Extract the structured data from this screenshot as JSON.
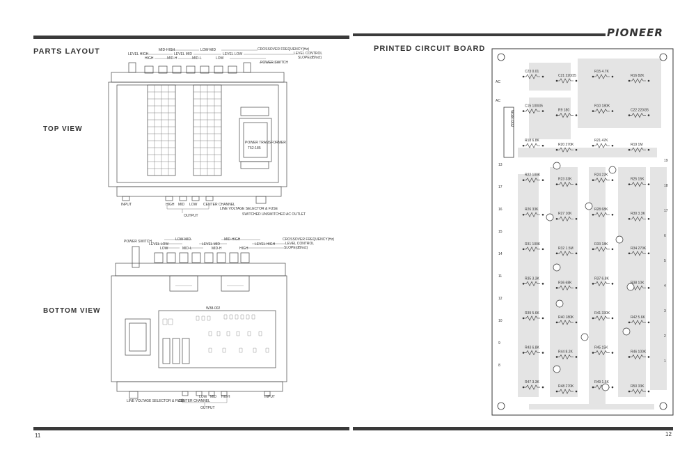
{
  "brand": "PIONEER",
  "left_page": {
    "heading": "PARTS LAYOUT",
    "page_number": "11",
    "top_view": {
      "label": "TOP VIEW",
      "labels": {
        "mid_high": "MID-HIGH",
        "low_mid": "LOW-MID",
        "crossover": "CROSSOVER FREQUENCY(Hz)",
        "level_high": "LEVEL HIGH",
        "level_mid": "LEVEL MID",
        "level_low": "LEVEL LOW",
        "level_control": "LEVEL CONTROL",
        "high": "HIGH",
        "mid_h": "MID-H",
        "mid_l": "MID-L",
        "low": "LOW",
        "slope": "SLOPE(dB/oct)",
        "power_switch": "POWER SWITCH",
        "power_transformer": "POWER TRANSFORMER",
        "transformer_code": "T52-185",
        "input": "INPUT",
        "out_high": "HIGH",
        "out_mid": "MID",
        "out_low": "LOW",
        "center_channel": "CENTER CHANNEL",
        "line_voltage": "LINE VOLTAGE SELECTOR & FUSE",
        "switched_unswitched": "SWITCHED UNSWITCHED AC OUTLET",
        "output": "OUTPUT"
      }
    },
    "bottom_view": {
      "label": "BOTTOM VIEW",
      "labels": {
        "power_switch": "POWER SWITCH",
        "low_mid": "LOW-MID",
        "mid_high": "MID-HIGH",
        "crossover": "CROSSOVER FREQUENCY(Hz)",
        "level_low": "LEVEL LOW",
        "level_mid": "LEVEL MID",
        "level_high": "LEVEL HIGH",
        "level_control": "LEVEL CONTROL",
        "low": "LOW",
        "mid_l": "MID-L",
        "mid_h": "MID-H",
        "high": "HIGH",
        "slope": "SLOPE(dB/oct)",
        "board": "W38-002",
        "line_voltage": "LINE VOLTAGE SELECTOR & FUSE",
        "center_channel": "CENTER CHANNEL",
        "out_low": "LOW",
        "out_mid": "MID",
        "out_high": "HIGH",
        "input": "INPUT",
        "output": "OUTPUT"
      }
    }
  },
  "right_page": {
    "heading": "PRINTED CIRCUIT BOARD",
    "page_number": "12",
    "board_id": "W38-002",
    "ac_label": "AC",
    "components": [
      {
        "ref": "C23",
        "val": "0.01"
      },
      {
        "ref": "C21",
        "val": "220/35"
      },
      {
        "ref": "R15",
        "val": "4.7K"
      },
      {
        "ref": "R16",
        "val": "82K"
      },
      {
        "ref": "C15",
        "val": "100/35"
      },
      {
        "ref": "R9",
        "val": "180"
      },
      {
        "ref": "R10",
        "val": "180K"
      },
      {
        "ref": "C22",
        "val": "220/35"
      },
      {
        "ref": "R18",
        "val": "6.8K"
      },
      {
        "ref": "R20",
        "val": "270K"
      },
      {
        "ref": "R21",
        "val": "47K"
      },
      {
        "ref": "R19",
        "val": "1M"
      },
      {
        "ref": "R22",
        "val": "100K"
      },
      {
        "ref": "R23",
        "val": "33K"
      },
      {
        "ref": "R24",
        "val": "22K"
      },
      {
        "ref": "R25",
        "val": "15K"
      },
      {
        "ref": "R26",
        "val": "33K"
      },
      {
        "ref": "R27",
        "val": "10K"
      },
      {
        "ref": "R28",
        "val": "68K"
      },
      {
        "ref": "R30",
        "val": "3.3K"
      },
      {
        "ref": "R31",
        "val": "100K"
      },
      {
        "ref": "R32",
        "val": "1.5M"
      },
      {
        "ref": "R33",
        "val": "18K"
      },
      {
        "ref": "R34",
        "val": "270K"
      },
      {
        "ref": "R35",
        "val": "3.3K"
      },
      {
        "ref": "R36",
        "val": "68K"
      },
      {
        "ref": "R37",
        "val": "6.8K"
      },
      {
        "ref": "R38",
        "val": "10K"
      },
      {
        "ref": "R39",
        "val": "5.6K"
      },
      {
        "ref": "R40",
        "val": "180K"
      },
      {
        "ref": "R41",
        "val": "330K"
      },
      {
        "ref": "R42",
        "val": "5.6K"
      },
      {
        "ref": "R43",
        "val": "6.8K"
      },
      {
        "ref": "R44",
        "val": "8.2K"
      },
      {
        "ref": "R45",
        "val": "15K"
      },
      {
        "ref": "R46",
        "val": "100K"
      },
      {
        "ref": "R47",
        "val": "3.3K"
      },
      {
        "ref": "R48",
        "val": "270K"
      },
      {
        "ref": "R49",
        "val": "1.5K"
      },
      {
        "ref": "R50",
        "val": "33K"
      }
    ],
    "edge_numbers_left": [
      "13",
      "17",
      "16",
      "15",
      "14",
      "11",
      "12",
      "10",
      "9",
      "8"
    ],
    "edge_numbers_right": [
      "19",
      "18",
      "17",
      "6",
      "5",
      "4",
      "3",
      "2",
      "1"
    ]
  },
  "colors": {
    "bar": "#3a3a3a",
    "ink": "#333333",
    "trace": "#e4e4e4"
  }
}
